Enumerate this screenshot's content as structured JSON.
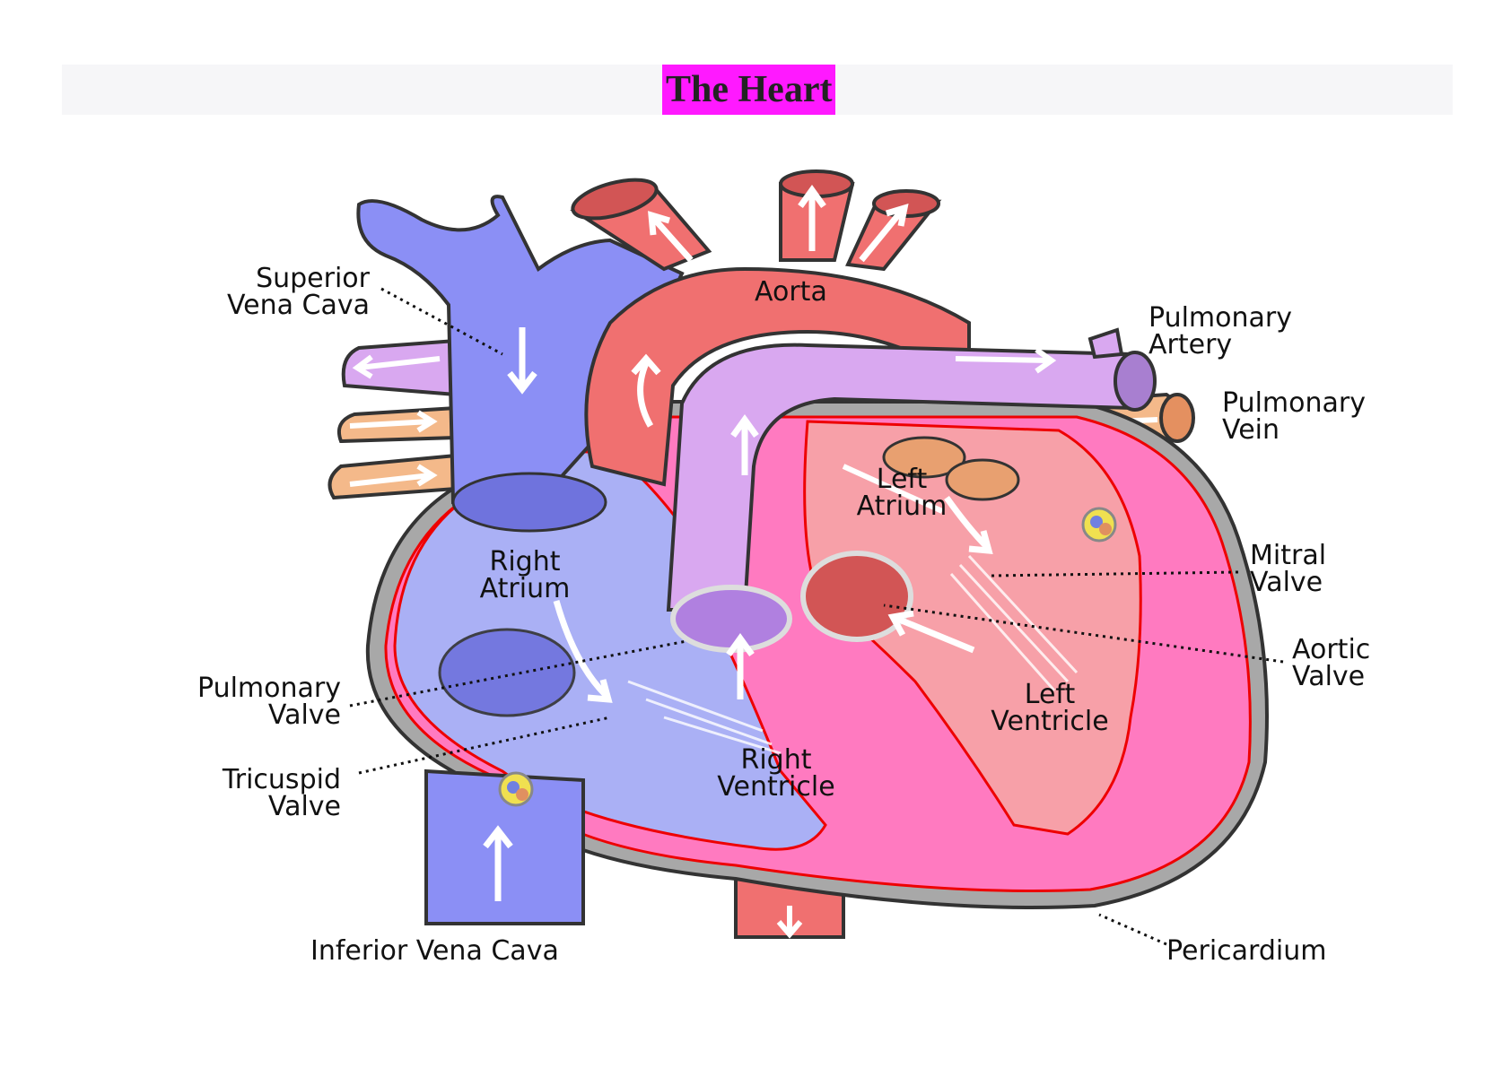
{
  "title": "The Heart",
  "labels": {
    "superior_vena_cava": [
      "Superior",
      "Vena Cava"
    ],
    "aorta": "Aorta",
    "pulmonary_artery": [
      "Pulmonary",
      "Artery"
    ],
    "pulmonary_vein": [
      "Pulmonary",
      "Vein"
    ],
    "left_atrium": [
      "Left",
      "Atrium"
    ],
    "right_atrium": [
      "Right",
      "Atrium"
    ],
    "mitral_valve": [
      "Mitral",
      "Valve"
    ],
    "aortic_valve": [
      "Aortic",
      "Valve"
    ],
    "pulmonary_valve": [
      "Pulmonary",
      "Valve"
    ],
    "left_ventricle": [
      "Left",
      "Ventricle"
    ],
    "tricuspid_valve": [
      "Tricuspid",
      "Valve"
    ],
    "right_ventricle": [
      "Right",
      "Ventricle"
    ],
    "inferior_vena_cava": "Inferior Vena Cava",
    "pericardium": "Pericardium"
  },
  "colors": {
    "title_highlight": "#ff19ff",
    "vena_cava": "#8b8ff5",
    "aorta": "#f07070",
    "pulmonary_artery": "#d9a8f0",
    "pulmonary_vein": "#f4b98a",
    "left_chambers": "#f7a0a8",
    "right_chambers": "#aab0f5",
    "myocardium": "#ff7ac0",
    "pericardium": "#a8a8a8"
  }
}
